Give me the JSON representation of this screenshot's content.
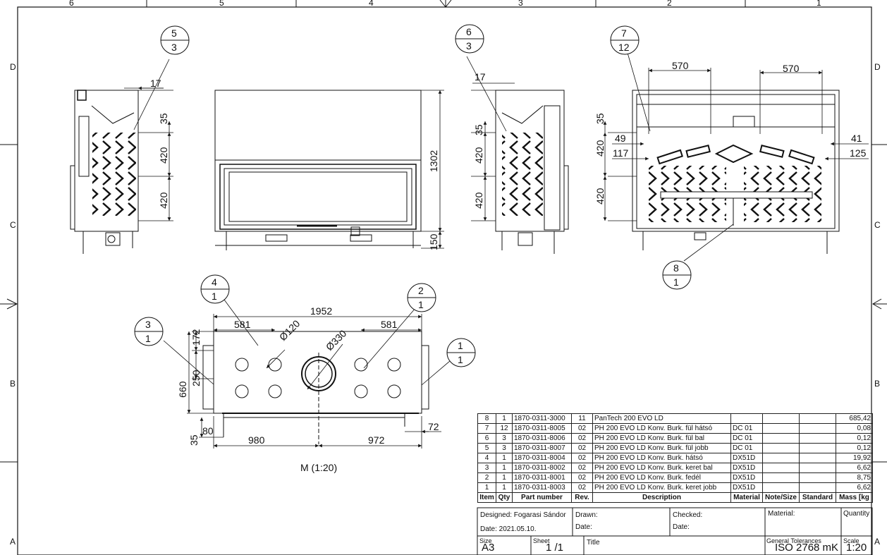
{
  "border": {
    "top_zones": [
      "6",
      "5",
      "4",
      "3",
      "2",
      "1"
    ],
    "side_zones": [
      "D",
      "C",
      "B",
      "A"
    ]
  },
  "views": {
    "side_left": {
      "balloon": {
        "top": "5",
        "bottom": "3"
      },
      "dims": [
        "17",
        "35",
        "420",
        "420"
      ]
    },
    "front": {
      "dims": [
        "1302",
        "150"
      ]
    },
    "side_right": {
      "balloon": {
        "top": "6",
        "bottom": "3"
      },
      "dims": [
        "17",
        "35",
        "420",
        "420"
      ]
    },
    "back": {
      "balloon": {
        "top": "7",
        "bottom": "12"
      },
      "dims": [
        "570",
        "570",
        "35",
        "420",
        "420",
        "49",
        "117",
        "41",
        "125"
      ],
      "balloon8": {
        "top": "8",
        "bottom": "1"
      }
    },
    "top": {
      "balloons": [
        {
          "id": "b4",
          "top": "4",
          "bottom": "1"
        },
        {
          "id": "b3",
          "top": "3",
          "bottom": "1"
        },
        {
          "id": "b2",
          "top": "2",
          "bottom": "1"
        },
        {
          "id": "b1",
          "top": "1",
          "bottom": "1"
        }
      ],
      "dims": {
        "overall": "1952",
        "left": "581",
        "right": "581",
        "d120": "Ø120",
        "d330": "Ø330",
        "h172": "172",
        "h250": "250",
        "h660": "660",
        "h80": "80",
        "h35": "35",
        "w980": "980",
        "w972": "972",
        "w72": "72"
      },
      "caption": "M (1:20)"
    }
  },
  "bom": {
    "headers": [
      "Item",
      "Qty",
      "Part number",
      "Rev.",
      "Description",
      "Material",
      "Note/Size",
      "Standard",
      "Mass [kg"
    ],
    "rows": [
      [
        "8",
        "1",
        "1870-0311-3000",
        "11",
        "PanTech 200 EVO LD",
        "",
        "",
        "",
        "685,42"
      ],
      [
        "7",
        "12",
        "1870-0311-8005",
        "02",
        "PH 200 EVO LD Konv. Burk. fül hátsó",
        "DC 01",
        "",
        "",
        "0,08"
      ],
      [
        "6",
        "3",
        "1870-0311-8006",
        "02",
        "PH 200 EVO LD Konv. Burk. fül bal",
        "DC 01",
        "",
        "",
        "0,12"
      ],
      [
        "5",
        "3",
        "1870-0311-8007",
        "02",
        "PH 200 EVO LD Konv. Burk. fül jobb",
        "DC 01",
        "",
        "",
        "0,12"
      ],
      [
        "4",
        "1",
        "1870-0311-8004",
        "02",
        "PH 200 EVO LD Konv. Burk. hátsó",
        "DX51D",
        "",
        "",
        "19,92"
      ],
      [
        "3",
        "1",
        "1870-0311-8002",
        "02",
        "PH 200 EVO LD Konv. Burk. keret bal",
        "DX51D",
        "",
        "",
        "6,62"
      ],
      [
        "2",
        "1",
        "1870-0311-8001",
        "02",
        "PH 200 EVO LD Konv. Burk. fedél",
        "DX51D",
        "",
        "",
        "8,75"
      ],
      [
        "1",
        "1",
        "1870-0311-8003",
        "02",
        "PH 200 EVO LD Konv. Burk. keret jobb",
        "DX51D",
        "",
        "",
        "6,62"
      ]
    ]
  },
  "title_block": {
    "designed": "Designed: Fogarasi Sándor",
    "date": "Date: 2021.05.10.",
    "drawn": "Drawn:",
    "drawn_date": "Date:",
    "checked": "Checked:",
    "checked_date": "Date:",
    "material": "Material:",
    "quantity": "Quantity",
    "size_label": "Size",
    "size": "A3",
    "sheet_label": "Sheet",
    "sheet": "1 /1",
    "title_label": "Title",
    "tol_label": "General Tolerances",
    "tol": "ISO 2768 mK",
    "scale_label": "Scale",
    "scale": "1:20"
  }
}
